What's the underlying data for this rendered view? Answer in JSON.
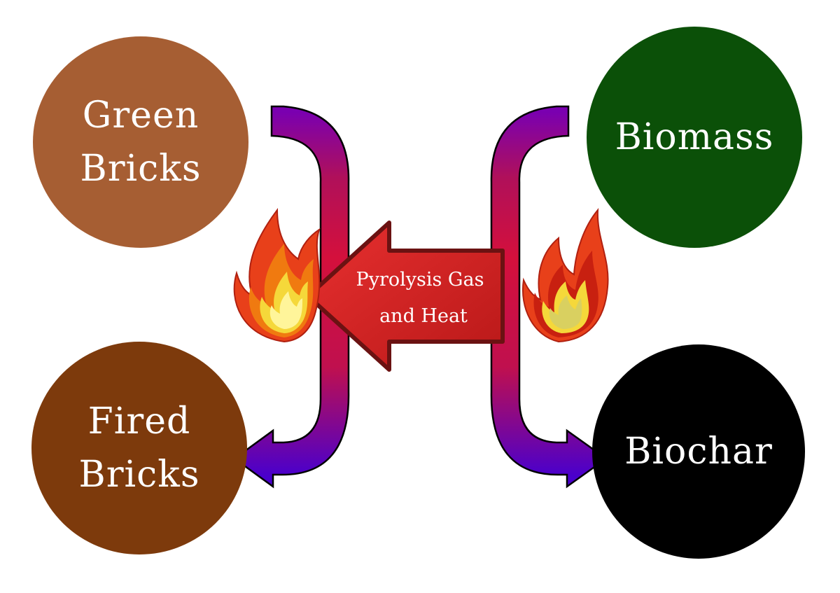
{
  "nodes": {
    "green_bricks": {
      "line1": "Green",
      "line2": "Bricks",
      "color": "#A65E33"
    },
    "biomass": {
      "line1": "Biomass",
      "color": "#0B5008"
    },
    "fired_bricks": {
      "line1": "Fired",
      "line2": "Bricks",
      "color": "#7D3A0C"
    },
    "biochar": {
      "line1": "Biochar",
      "color": "#000000"
    }
  },
  "center_arrow": {
    "line1": "Pyrolysis Gas",
    "line2": "and Heat",
    "color": "#D42020"
  },
  "colors": {
    "pipe_start": "#4A00CC",
    "pipe_mid": "#B0105A",
    "pipe_main": "#D4103C",
    "flame_outer": "#E8401A",
    "flame_mid": "#F07A10",
    "flame_inner": "#F5D83A",
    "flame_core": "#FFF59A"
  },
  "icons": [
    "flame-icon-left",
    "flame-icon-right",
    "pipe-left",
    "pipe-right",
    "arrow-center"
  ]
}
